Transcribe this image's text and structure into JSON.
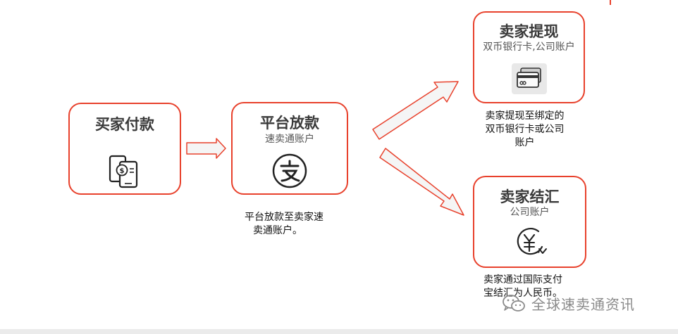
{
  "colors": {
    "accent": "#e8412c",
    "arrow_fill": "#f5f5f5",
    "text": "#3a3a3a"
  },
  "nodes": {
    "buyer_pay": {
      "title": "买家付款",
      "icon": "mobile-payment-icon"
    },
    "platform_payout": {
      "title": "平台放款",
      "subtitle": "速卖通账户",
      "icon": "alipay-icon"
    },
    "seller_withdraw": {
      "title": "卖家提现",
      "subtitle": "双币银行卡,公司账户",
      "icon": "credit-card-icon"
    },
    "seller_settle": {
      "title": "卖家结汇",
      "subtitle": "公司账户",
      "icon": "yuan-exchange-icon"
    }
  },
  "captions": {
    "platform_payout": [
      "平台放款至卖家速",
      "卖通账户。"
    ],
    "seller_withdraw": [
      "卖家提现至绑定的",
      "双币银行卡或公司",
      "账户"
    ],
    "seller_settle": [
      "卖家通过国际支付",
      "宝结汇为人民币。"
    ]
  },
  "watermark": {
    "text": "全球速卖通资讯",
    "icon": "wechat-icon"
  }
}
